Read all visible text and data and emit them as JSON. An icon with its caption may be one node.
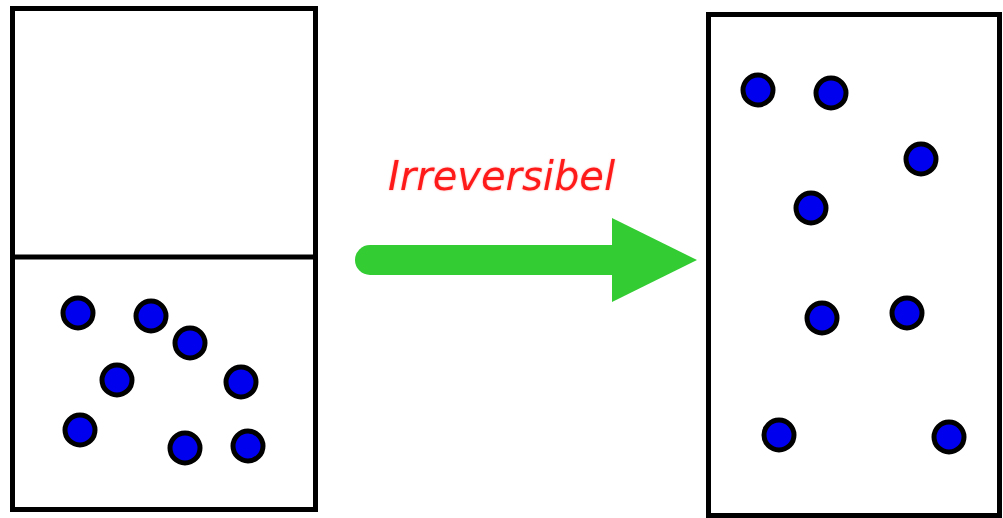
{
  "diagram": {
    "nodes": [
      {
        "text": [],
        "shape": "box"
      },
      {
        "text": [],
        "shape": "box"
      }
    ],
    "edges": [
      {
        "from": 0,
        "to": 1,
        "arrow": "to",
        "label": "Irreversibel",
        "color": "#33cc33"
      }
    ]
  }
}
